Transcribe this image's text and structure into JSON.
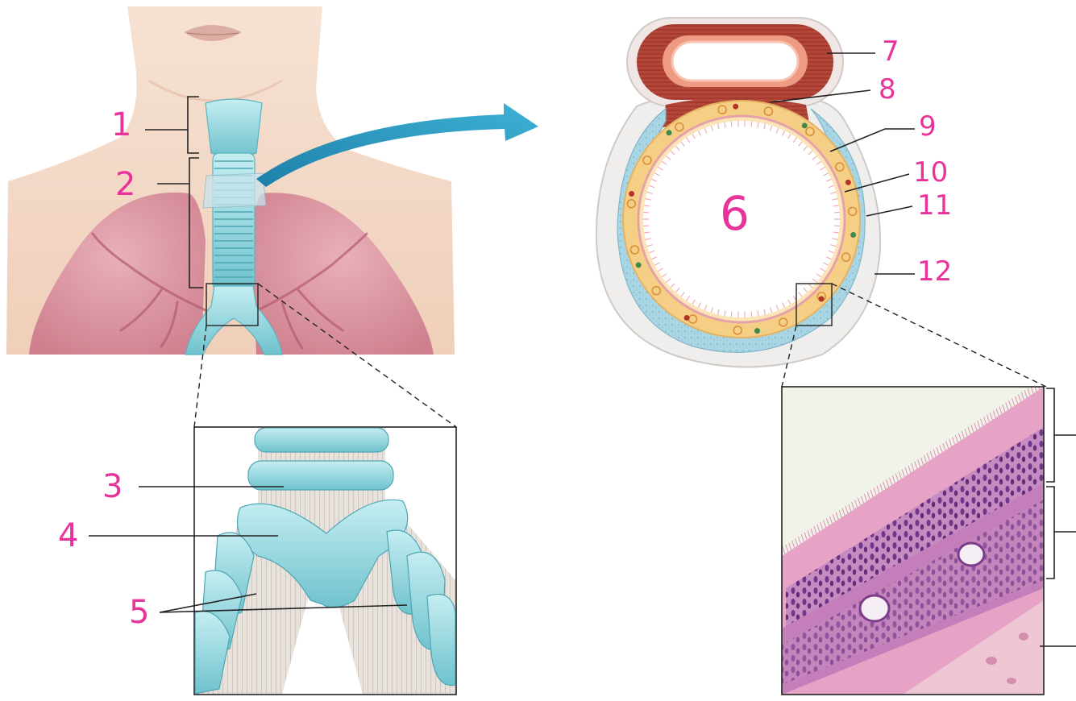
{
  "colors": {
    "label": "#e8339a",
    "skin": "#f3d8c4",
    "lung": "#d98f9c",
    "cartilage": "#8fd3dc",
    "muscle": "#b4473a",
    "submucosa": "#f6cf86",
    "arrow": "#2a9cc1"
  },
  "labels": {
    "l1": "1",
    "l2": "2",
    "l3": "3",
    "l4": "4",
    "l5": "5",
    "l6": "6",
    "l7": "7",
    "l8": "8",
    "l9": "9",
    "l10": "10",
    "l11": "11",
    "l12": "12"
  }
}
